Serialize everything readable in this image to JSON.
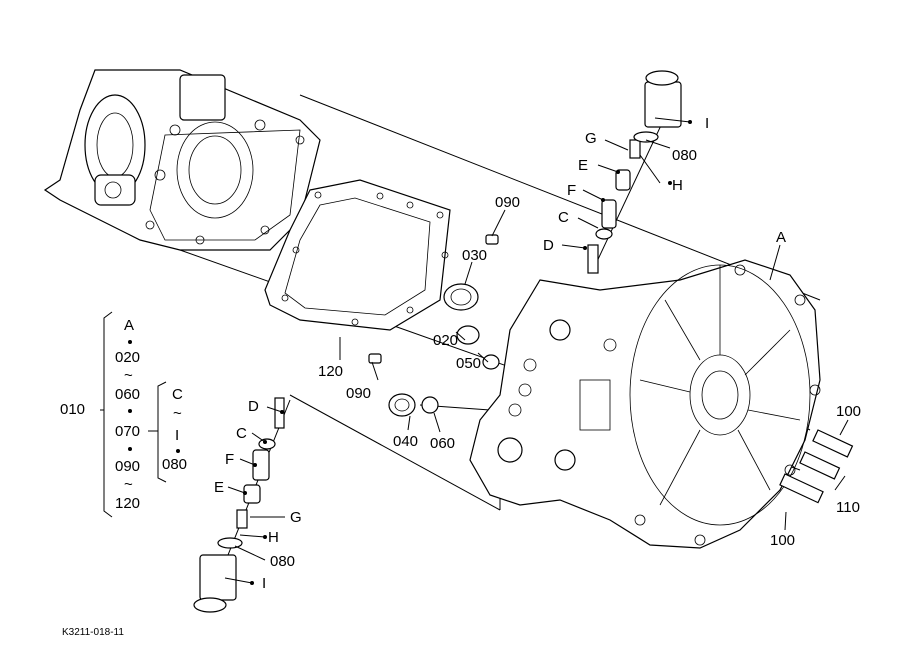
{
  "callouts": {
    "I_top": "I",
    "ref_080_top": "080",
    "G_top": "G",
    "H_top": "H",
    "E_top": "E",
    "F_top": "F",
    "C_top": "C",
    "D_top": "D",
    "A": "A",
    "ref_090_top": "090",
    "ref_030": "030",
    "ref_020": "020",
    "ref_050": "050",
    "ref_120": "120",
    "ref_090_mid": "090",
    "ref_040": "040",
    "ref_060": "060",
    "ref_100_a": "100",
    "ref_110": "110",
    "ref_100_b": "100",
    "D_bot": "D",
    "C_bot": "C",
    "F_bot": "F",
    "E_bot": "E",
    "G_bot": "G",
    "H_bot": "H",
    "ref_080_bot": "080",
    "I_bot": "I"
  },
  "legend": {
    "assembly": "010",
    "col1": [
      "A",
      "020",
      "~",
      "060",
      "070",
      "~",
      "090",
      "~",
      "120"
    ],
    "col2": [
      "C",
      "~",
      "I",
      "080"
    ]
  },
  "figure_code": "K3211-018-11"
}
